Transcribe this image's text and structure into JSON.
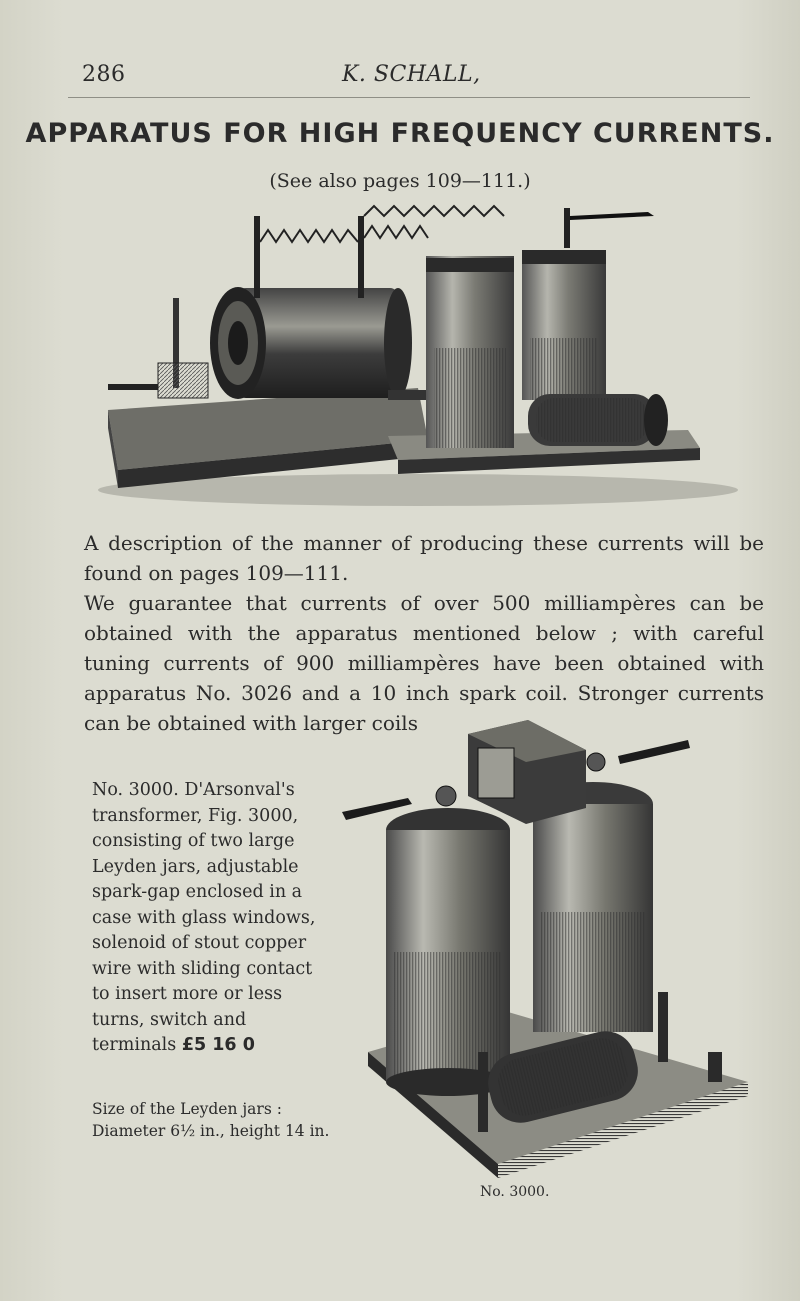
{
  "running_head": {
    "page_number": "286",
    "author": "K. SCHALL,"
  },
  "title": "APPARATUS FOR HIGH FREQUENCY CURRENTS.",
  "subtitle": "(See also pages 109—111.)",
  "description_paragraph": "A description of the manner of producing these currents will be found on pages 109—111.",
  "guarantee_paragraph": "We guarantee that currents of over 500 milliampères can be obtained with the apparatus mentioned below ; with careful tuning currents of 900 milliampères have been obtained with apparatus No. 3026 and a 10 inch spark coil. Stronger currents can be obtained with larger coils",
  "item": {
    "description": "No. 3000. D'Arsonval's transformer, Fig. 3000, consisting of two large Leyden jars, adjustable spark-gap enclosed in a case with glass windows, solenoid of stout copper wire with sliding contact to insert more or less turns, switch and terminals",
    "price": "£5 16 0",
    "size_line1": "Size of the Leyden jars :",
    "size_line2": "Diameter 6½ in., height 14 in."
  },
  "figure_caption": "No. 3000."
}
